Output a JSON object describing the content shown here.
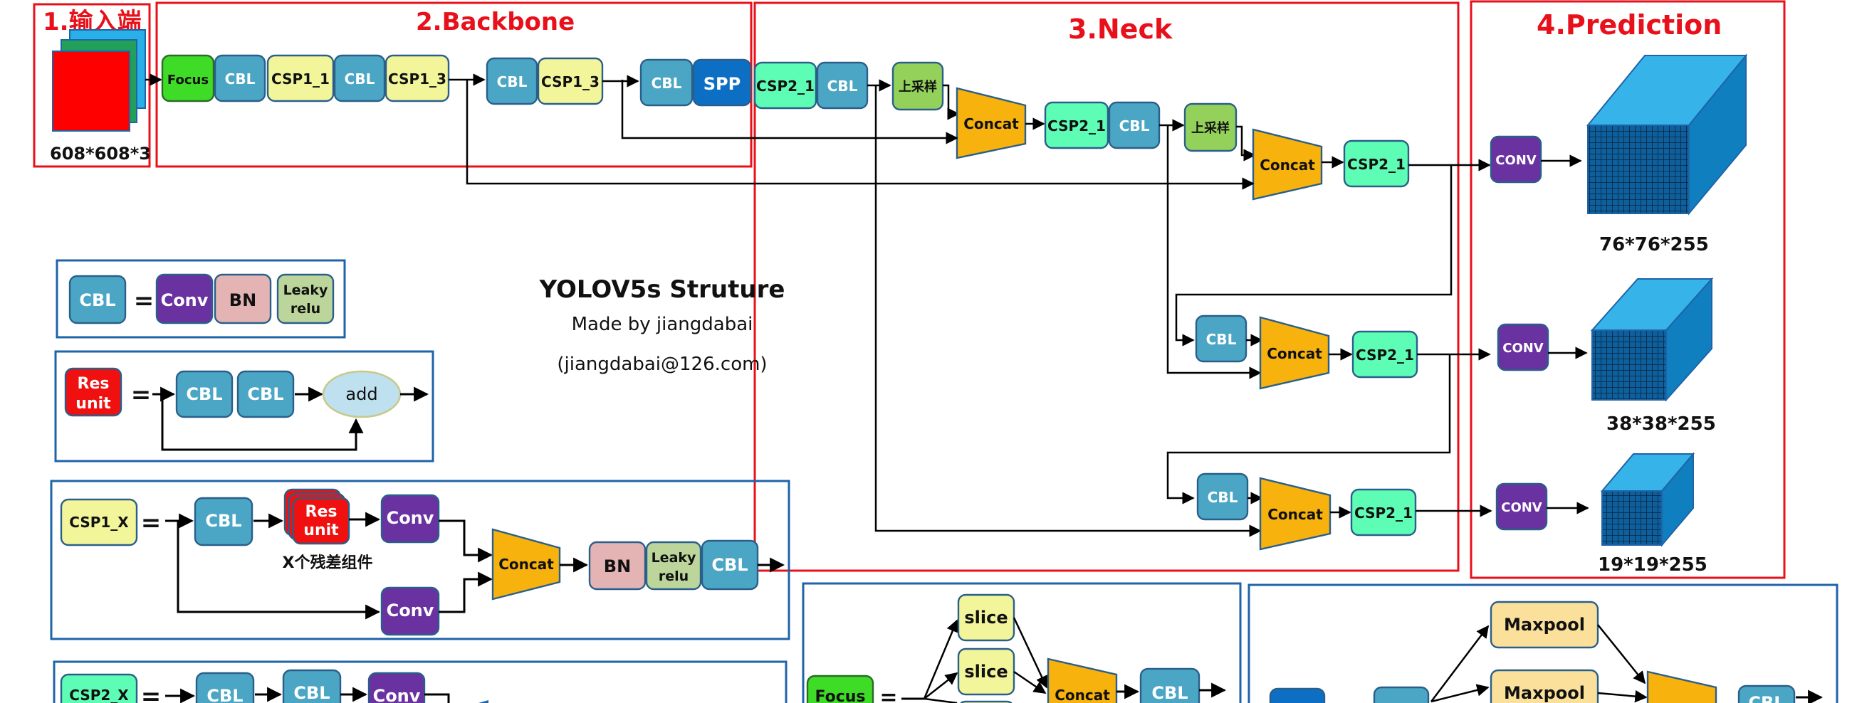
{
  "colors": {
    "red_frame": "#e8101a",
    "blue_frame": "#1f63a8",
    "cbl": "#4aa6c4",
    "conv": "#6a31a0",
    "bn": "#e4b4b4",
    "leaky": "#bcd59b",
    "csp1": "#f2f59a",
    "csp2": "#5dfdb6",
    "focus": "#3fdc27",
    "spp": "#0d6fc4",
    "upsample": "#93d15a",
    "concat": "#f7b20d",
    "res": "#f01010",
    "slice": "#f2f59a",
    "maxpool": "#fae09a",
    "cube_light": "#36b4ea",
    "cube_dark": "#0f7fc0"
  },
  "sections": {
    "input": "1.输入端",
    "backbone": "2.Backbone",
    "neck": "3.Neck",
    "prediction": "4.Prediction"
  },
  "input_size": "608*608*3",
  "title": {
    "main": "YOLOV5s Struture",
    "by": "Made by jiangdabai",
    "email": "(jiangdabai@126.com)"
  },
  "labels": {
    "cbl": "CBL",
    "focus": "Focus",
    "csp1_1": "CSP1_1",
    "csp1_3": "CSP1_3",
    "spp": "SPP",
    "csp2_1": "CSP2_1",
    "upsample": "上采样",
    "concat": "Concat",
    "conv": "Conv",
    "conv_upper": "CONV",
    "bn": "BN",
    "leaky_1": "Leaky",
    "leaky_2": "relu",
    "res_1": "Res",
    "res_2": "unit",
    "add": "add",
    "csp1_x": "CSP1_X",
    "csp2_x": "CSP2_X",
    "eq": "=",
    "res_note": "X个残差组件",
    "slice": "slice",
    "maxpool": "Maxpool"
  },
  "outputs": [
    "76*76*255",
    "38*38*255",
    "19*19*255"
  ]
}
